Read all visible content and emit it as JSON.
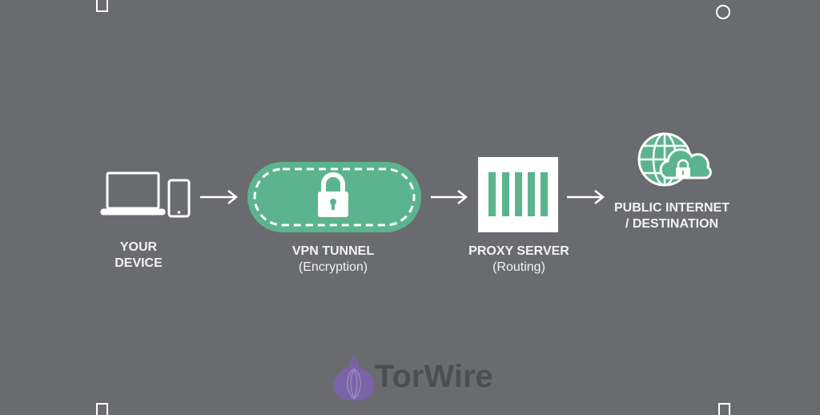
{
  "nodes": [
    {
      "title": "YOUR",
      "title2": "DEVICE"
    },
    {
      "title": "VPN TUNNEL",
      "subtitle": "(Encryption)"
    },
    {
      "title": "PROXY SERVER",
      "subtitle": "(Routing)"
    },
    {
      "title": "PUBLIC INTERNET",
      "title2": "/ DESTINATION"
    }
  ],
  "logo": {
    "text": "TorWire"
  },
  "colors": {
    "background": "#6a6b6e",
    "accent": "#5bb48e",
    "foreground": "#f2f2f2",
    "logo_purple": "#7a63a8"
  }
}
